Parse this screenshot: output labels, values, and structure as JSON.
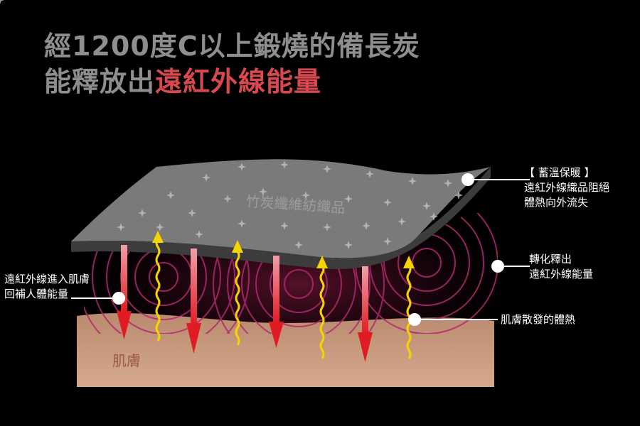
{
  "headline": {
    "line1": "經1200度C以上鍛燒的備長炭",
    "line2_prefix": "能釋放出",
    "line2_highlight": "遠紅外線能量"
  },
  "fabric_label": "竹炭纖維紡織品",
  "skin_label": "肌膚",
  "callouts": {
    "insulation": {
      "title": "【 蓄溫保暖 】",
      "line1": "遠紅外線織品阻絕",
      "line2": "體熱向外流失"
    },
    "convert": {
      "line1": "轉化釋出",
      "line2": "遠紅外線能量"
    },
    "skin_heat": {
      "line1": "肌膚散發的體熱"
    },
    "enter_skin": {
      "line1": "遠紅外線進入肌膚",
      "line2": "回補人體能量"
    }
  },
  "colors": {
    "background": "#000000",
    "headline_gray": "#8e8e8e",
    "highlight_red": "#d8484f",
    "fabric_gray": "#7a7a7a",
    "fabric_edge": "#4a4a4a",
    "skin": "#c7957a",
    "arrow_red": "#e01b24",
    "arrow_yellow": "#f5d400",
    "wave_magenta": "#c0307a"
  }
}
